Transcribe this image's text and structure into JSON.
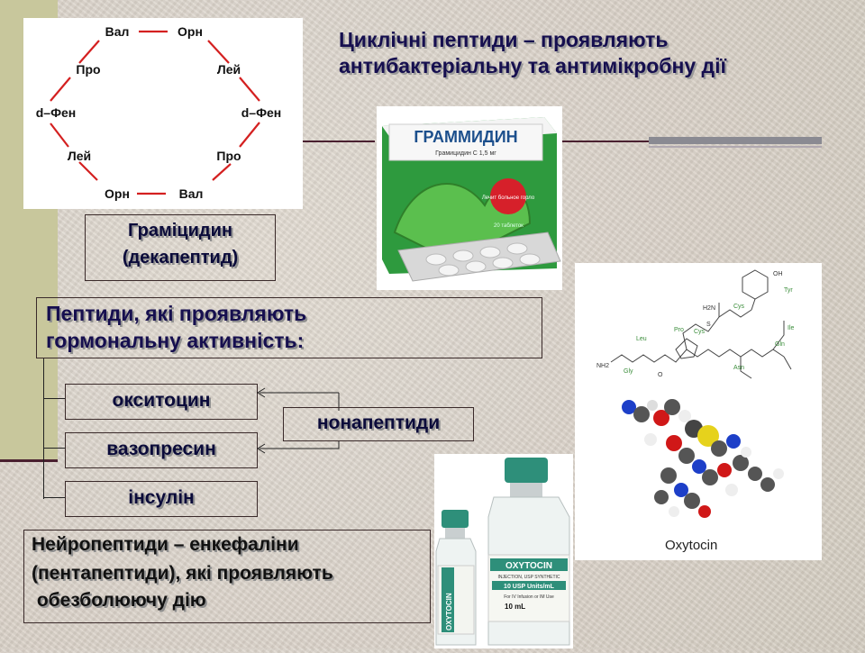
{
  "slide": {
    "headline": "Циклічні пептиди – проявляють антибактеріальну та антимікробну дії",
    "gramicidin_caption_1": "Граміцидин",
    "gramicidin_caption_2": "(декапептид)",
    "hormone_heading_1": "Пептиди, які проявляють",
    "hormone_heading_2": "гормональну активність:",
    "item_oxytocin": "окситоцин",
    "item_vasopressin": "вазопресин",
    "item_insulin": "інсулін",
    "nonapeptide_label": "нонапептиди",
    "neuropeptide_line_1": "Нейропептиди – енкефаліни",
    "neuropeptide_line_2": "(пентапептиди), які проявляють",
    "neuropeptide_line_3": " обезболюючу дію"
  },
  "cyclic_diagram": {
    "residues": [
      "Вал",
      "Орн",
      "Лей",
      "d–Фен",
      "Про",
      "Вал",
      "Орн",
      "Лей",
      "d–Фен",
      "Про"
    ],
    "link_color": "#d42020"
  },
  "gramidin_box": {
    "brand": "ГРАММИДИН",
    "dose": "Грамицидин С 1,5 мг",
    "badge": "Лечит больное горло",
    "count": "20 таблеток"
  },
  "oxytocin_figure": {
    "caption": "Oxytocin",
    "residue_labels": [
      "OH",
      "Tyr",
      "Cys",
      "Ile",
      "Cys",
      "Pro",
      "Leu",
      "Gly",
      "Gln",
      "Asn"
    ],
    "atoms": [
      "NH2",
      "H2N",
      "O",
      "S"
    ]
  },
  "vials": {
    "small_label": "OXYTOCIN",
    "large_label": "OXYTOCIN",
    "large_sub": "INJECTION, USP SYNTHETIC",
    "units": "10 USP Units/mL",
    "volume": "10 mL",
    "route": "For IV Infusion or IM Use"
  }
}
